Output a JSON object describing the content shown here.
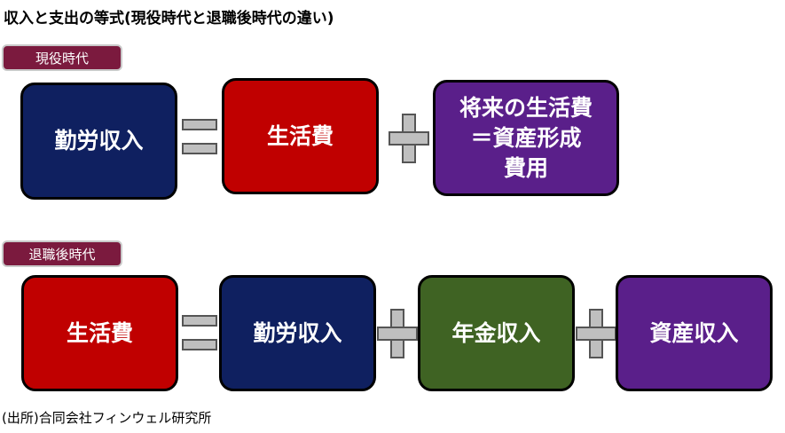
{
  "title": "収入と支出の等式(現役時代と退職後時代の違い)",
  "section1": {
    "label": "現役時代",
    "box1": "勤労収入",
    "box2": "生活費",
    "box3_line1": "将来の生活費",
    "box3_line2": "＝資産形成",
    "box3_line3": "費用"
  },
  "section2": {
    "label": "退職後時代",
    "box1": "生活費",
    "box2": "勤労収入",
    "box3": "年金収入",
    "box4": "資産収入"
  },
  "source": "(出所)合同会社フィンウェル研究所",
  "colors": {
    "navy": "#0f2060",
    "red": "#c00000",
    "purple": "#5a1f8a",
    "green": "#3f6323",
    "tag": "#7b1a3e"
  }
}
